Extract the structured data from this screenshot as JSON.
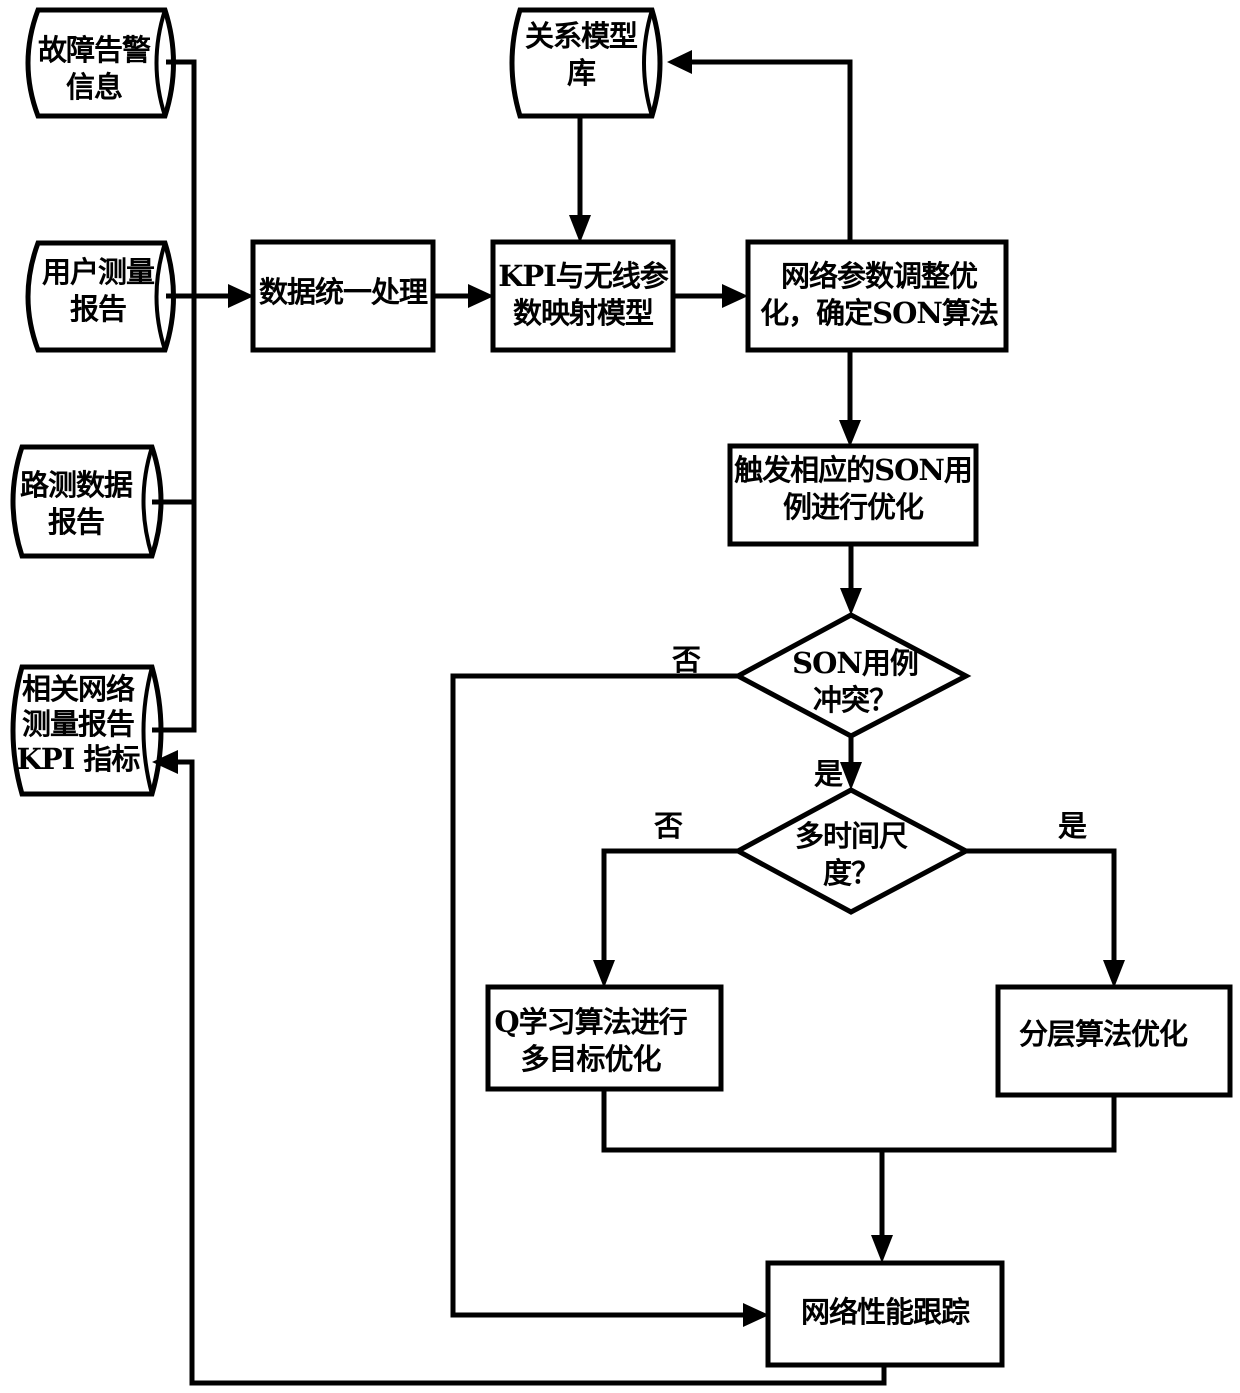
{
  "diagram": {
    "colors": {
      "stroke": "#000000",
      "background": "#ffffff"
    },
    "data_sources": [
      {
        "id": "fault-alarm",
        "label": "故障告警\n  信息"
      },
      {
        "id": "user-measurement",
        "label": "用户测量\n  报告"
      },
      {
        "id": "drive-test",
        "label": "路测数据\n  报告"
      },
      {
        "id": "network-kpi",
        "label": "相关网络\n测量报告\nKPI 指标"
      }
    ],
    "relation_model_db": {
      "label": "关系模型\n库"
    },
    "processes": {
      "data_processing": "数据统一处理",
      "kpi_mapping": "KPI与无线参\n数映射模型",
      "param_adjust": "网络参数调整优\n化，确定SON算法",
      "trigger_son": "触发相应的SON用\n例进行优化",
      "q_learning": "Q学习算法进行\n多目标优化",
      "hierarchical": "分层算法优化",
      "performance_tracking": "网络性能跟踪"
    },
    "decisions": {
      "son_conflict": "SON用例\n冲突？",
      "multi_timescale": "多时间尺\n度？"
    },
    "edge_labels": {
      "conflict_no": "否",
      "conflict_yes": "是",
      "timescale_no": "否",
      "timescale_yes": "是"
    }
  }
}
